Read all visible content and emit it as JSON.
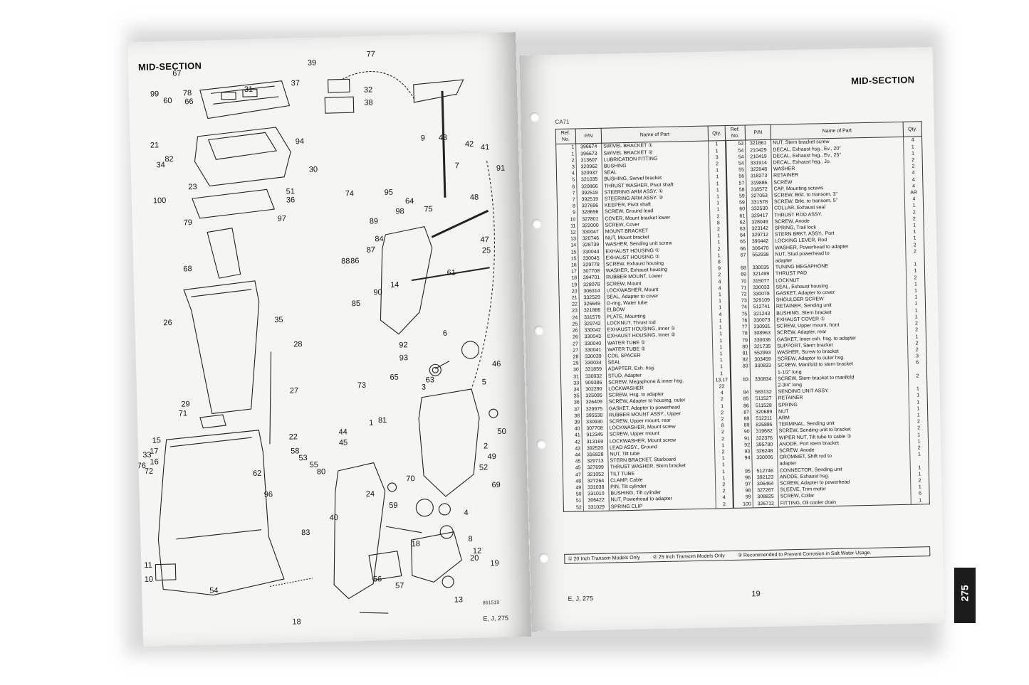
{
  "left_page": {
    "title": "MID-SECTION",
    "page_number": "18",
    "footer_code": "E, J, 275",
    "drawing_id": "861519",
    "callouts": [
      "1",
      "2",
      "3",
      "4",
      "5",
      "6",
      "7",
      "8",
      "9",
      "10",
      "11",
      "12",
      "13",
      "14",
      "15",
      "16",
      "17",
      "18",
      "19",
      "20",
      "21",
      "22",
      "23",
      "24",
      "25",
      "26",
      "27",
      "28",
      "29",
      "30",
      "31",
      "32",
      "33",
      "34",
      "35",
      "36",
      "37",
      "38",
      "39",
      "40",
      "41",
      "42",
      "43",
      "44",
      "45",
      "46",
      "47",
      "48",
      "49",
      "50",
      "51",
      "52",
      "53",
      "54",
      "55",
      "56",
      "57",
      "58",
      "59",
      "60",
      "61",
      "62",
      "63",
      "64",
      "65",
      "66",
      "67",
      "68",
      "69",
      "70",
      "71",
      "72",
      "73",
      "74",
      "75",
      "76",
      "77",
      "78",
      "79",
      "80",
      "81",
      "82",
      "83",
      "84",
      "85",
      "86",
      "87",
      "88",
      "89",
      "90",
      "91",
      "92",
      "93",
      "94",
      "95",
      "96",
      "97",
      "98",
      "99",
      "100"
    ]
  },
  "right_page": {
    "title": "MID-SECTION",
    "page_number": "19",
    "footer_code": "E, J, 275",
    "sheet_id": "CA71",
    "tab_label": "275",
    "columns": [
      "Ref. No.",
      "P/N",
      "Name of Part",
      "Qty.",
      "Ref. No.",
      "P/N",
      "Name of Part",
      "Qty."
    ],
    "rows_left": [
      [
        "1",
        "396674",
        "SWIVEL BRACKET ①",
        "1"
      ],
      [
        "1",
        "396673",
        "SWIVEL BRACKET ②",
        "1"
      ],
      [
        "2",
        "313607",
        "LUBRICATION FITTING",
        "3"
      ],
      [
        "3",
        "320962",
        "BUSHING",
        "2"
      ],
      [
        "4",
        "320937",
        "SEAL",
        "1"
      ],
      [
        "5",
        "321035",
        "BUSHING, Swivel bracket",
        "1"
      ],
      [
        "6",
        "320866",
        "THRUST WASHER, Pivot shaft",
        "1"
      ],
      [
        "7",
        "392518",
        "STEERING ARM ASSY. ①",
        "1"
      ],
      [
        "7",
        "392519",
        "STEERING ARM ASSY. ②",
        "1"
      ],
      [
        "8",
        "327696",
        "KEEPER, Pivot shaft",
        "1"
      ],
      [
        "9",
        "328696",
        "SCREW, Ground lead",
        "1"
      ],
      [
        "10",
        "327801",
        "COVER, Mount bracket lower",
        "2"
      ],
      [
        "11",
        "322000",
        "SCREW, Cover",
        "8"
      ],
      [
        "12",
        "330047",
        "MOUNT BRACKET",
        "2"
      ],
      [
        "13",
        "320746",
        "NUT, Mount bracket",
        "1"
      ],
      [
        "14",
        "328739",
        "WASHER, Sending unit screw",
        "1"
      ],
      [
        "15",
        "330044",
        "EXHAUST HOUSING ①",
        "2"
      ],
      [
        "15",
        "330045",
        "EXHAUST HOUSING ②",
        "1"
      ],
      [
        "16",
        "329778",
        "SCREW, Exhaust housing",
        "8"
      ],
      [
        "17",
        "307708",
        "WASHER, Exhaust housing",
        "9"
      ],
      [
        "18",
        "394701",
        "RUBBER MOUNT, Lower",
        "2"
      ],
      [
        "19",
        "328078",
        "SCREW, Mount",
        "4"
      ],
      [
        "20",
        "306314",
        "LOCKWASHER, Mount",
        "4"
      ],
      [
        "21",
        "332529",
        "SEAL, Adapter to cover",
        "1"
      ],
      [
        "22",
        "326649",
        "O-ring, Water tube",
        "1"
      ],
      [
        "23",
        "321886",
        "ELBOW",
        "1"
      ],
      [
        "24",
        "331579",
        "PLATE, Mounting",
        "4"
      ],
      [
        "25",
        "329742",
        "LOCKNUT, Thrust rod",
        "1"
      ],
      [
        "26",
        "330042",
        "EXHAUST HOUSING, Inner ①",
        "1"
      ],
      [
        "26",
        "330043",
        "EXHAUST HOUSING, Inner ②",
        "1"
      ],
      [
        "27",
        "330040",
        "WATER TUBE ①",
        "1"
      ],
      [
        "27",
        "330041",
        "WATER TUBE ②",
        "1"
      ],
      [
        "28",
        "330039",
        "COIL SPACER",
        "1"
      ],
      [
        "29",
        "330034",
        "SEAL",
        "1"
      ],
      [
        "30",
        "331859",
        "ADAPTER, Exh. hsg.",
        "1"
      ],
      [
        "31",
        "330032",
        "STUD, Adapter",
        "1"
      ],
      [
        "33",
        "909386",
        "SCREW, Megaphone & inner hsg.",
        "13,17"
      ],
      [
        "34",
        "302290",
        "LOCKWASHER",
        "22"
      ],
      [
        "35",
        "325095",
        "SCREW, Hsg. to adapter",
        "4"
      ],
      [
        "36",
        "326409",
        "SCREW, Adapter to housing, outer",
        "2"
      ],
      [
        "37",
        "329975",
        "GASKET, Adapter to powerhead",
        "1"
      ],
      [
        "38",
        "395538",
        "RUBBER MOUNT ASSY., Upper",
        "2"
      ],
      [
        "39",
        "330930",
        "SCREW, Upper mount, rear",
        "2"
      ],
      [
        "40",
        "307708",
        "LOCKWASHER, Mount screw",
        "8"
      ],
      [
        "41",
        "912345",
        "SCREW, Upper mount",
        "2"
      ],
      [
        "42",
        "313169",
        "LOCKWASHER, Mount screw",
        "2"
      ],
      [
        "43",
        "392520",
        "LEAD ASSY., Ground",
        "1"
      ],
      [
        "44",
        "316828",
        "NUT, Tilt tube",
        "2"
      ],
      [
        "45",
        "329713",
        "STERN BRACKET, Starboard",
        "1"
      ],
      [
        "45",
        "327699",
        "THRUST WASHER, Stern bracket",
        "1"
      ],
      [
        "47",
        "321052",
        "TILT TUBE",
        "1"
      ],
      [
        "48",
        "327264",
        "CLAMP, Cable",
        "1"
      ],
      [
        "49",
        "331038",
        "PIN, Tilt cylinder",
        "2"
      ],
      [
        "50",
        "331010",
        "BUSHING, Tilt cylinder",
        "2"
      ],
      [
        "51",
        "306422",
        "NUT, Powerhead to adapter",
        "4"
      ],
      [
        "52",
        "331029",
        "SPRING CLIP",
        "2"
      ]
    ],
    "rows_right": [
      [
        "53",
        "321861",
        "NUT, Stern bracket screw",
        "4"
      ],
      [
        "54",
        "210429",
        "DECAL, Exhaust hsg., Ev., 20\"",
        "1"
      ],
      [
        "54",
        "210419",
        "DECAL, Exhaust hsg., Ev., 25\"",
        "1"
      ],
      [
        "54",
        "331914",
        "DECAL, Exhaust hsg., Jo.",
        "2"
      ],
      [
        "55",
        "322048",
        "WASHER",
        "2"
      ],
      [
        "56",
        "318273",
        "RETAINER",
        "4"
      ],
      [
        "57",
        "319886",
        "SCREW",
        "4"
      ],
      [
        "58",
        "318572",
        "CAP, Mounting screws",
        "4"
      ],
      [
        "59",
        "327053",
        "SCREW, Brkt. to transom, 3\"",
        "AR"
      ],
      [
        "59",
        "331578",
        "SCREW, Brkt. to transom, 5\"",
        "4"
      ],
      [
        "60",
        "332530",
        "COLLAR, Exhaust seal",
        "1"
      ],
      [
        "61",
        "329417",
        "THRUST ROD ASSY.",
        "2"
      ],
      [
        "62",
        "328049",
        "SCREW, Anode",
        "2"
      ],
      [
        "63",
        "323142",
        "SPRING, Trail lock",
        "1"
      ],
      [
        "64",
        "329712",
        "STERN BRKT. ASSY., Port",
        "1"
      ],
      [
        "65",
        "390442",
        "LOCKING LEVER, Rod",
        "1"
      ],
      [
        "66",
        "306470",
        "WASHER, Powerhead to adapter",
        "2"
      ],
      [
        "67",
        "552938",
        "NUT, Stud powerhead to",
        "2"
      ],
      [
        "",
        "",
        "adapter",
        ""
      ],
      [
        "68",
        "330035",
        "TUNING MEGAPHONE",
        "1"
      ],
      [
        "69",
        "321499",
        "THRUST PAD",
        "1"
      ],
      [
        "70",
        "315077",
        "LOCKNUT",
        "2"
      ],
      [
        "71",
        "330033",
        "SEAL, Exhaust housing",
        "1"
      ],
      [
        "72",
        "330078",
        "GASKET, Adapter to cover",
        "1"
      ],
      [
        "73",
        "329109",
        "SHOULDER SCREW",
        "1"
      ],
      [
        "74",
        "512741",
        "RETAINER, Sending unit",
        "1"
      ],
      [
        "75",
        "321243",
        "BUSHING, Stern bracket",
        "1"
      ],
      [
        "76",
        "330073",
        "EXHAUST COVER ①",
        "1"
      ],
      [
        "77",
        "330931",
        "SCREW, Upper mount, front",
        "2"
      ],
      [
        "78",
        "308963",
        "SCREW, Adapter, rear",
        "2"
      ],
      [
        "79",
        "330036",
        "GASKET, Inner exh. hsg. to adapter",
        "1"
      ],
      [
        "80",
        "321735",
        "SUPPORT, Stern bracket",
        "2"
      ],
      [
        "81",
        "552993",
        "WASHER, Screw to bracket",
        "2"
      ],
      [
        "82",
        "303459",
        "SCREW, Adaptor to outer hsg.",
        "3"
      ],
      [
        "83",
        "330833",
        "SCREW, Manifold to stern bracket",
        "6"
      ],
      [
        "",
        "",
        "1-1/2\" long",
        ""
      ],
      [
        "83",
        "330834",
        "SCREW, Stern bracket to manifold",
        "2"
      ],
      [
        "",
        "",
        "2-3/4\" long",
        ""
      ],
      [
        "84",
        "583132",
        "SENDING UNIT ASSY.",
        "1"
      ],
      [
        "85",
        "511527",
        "RETAINER",
        "1"
      ],
      [
        "86",
        "511528",
        "SPRING",
        "1"
      ],
      [
        "87",
        "320689",
        "NUT",
        "1"
      ],
      [
        "88",
        "512211",
        "ARM",
        "1"
      ],
      [
        "89",
        "825886",
        "TERMINAL, Sending unit",
        "2"
      ],
      [
        "90",
        "319682",
        "SCREW, Sending unit to bracket",
        "2"
      ],
      [
        "91",
        "322376",
        "WIPER NUT, Tilt tube to cable ③",
        "1"
      ],
      [
        "92",
        "395780",
        "ANODE, Port stern bracket",
        "1"
      ],
      [
        "93",
        "326248",
        "SCREW, Anode",
        "2"
      ],
      [
        "94",
        "330006",
        "GROMMET, Shift rod to",
        "1"
      ],
      [
        "",
        "",
        "adapter",
        ""
      ],
      [
        "95",
        "512746",
        "CONNECTOR, Sending unit",
        "1"
      ],
      [
        "96",
        "392123",
        "ANODE, Exhaust hsg.",
        "1"
      ],
      [
        "97",
        "306464",
        "SCREW, Adapter to powerhead",
        "2"
      ],
      [
        "98",
        "327267",
        "SLEEVE, Trim motor",
        "1"
      ],
      [
        "99",
        "308825",
        "SCREW, Collar",
        "6"
      ],
      [
        "100",
        "326712",
        "FITTING, Oil cooler drain",
        "1"
      ]
    ],
    "footnotes": [
      "① 20 Inch Transom Models Only",
      "② 25 Inch Transom Models Only",
      "③ Recommended to Prevent Corrosion in Salt Water Usage."
    ]
  }
}
